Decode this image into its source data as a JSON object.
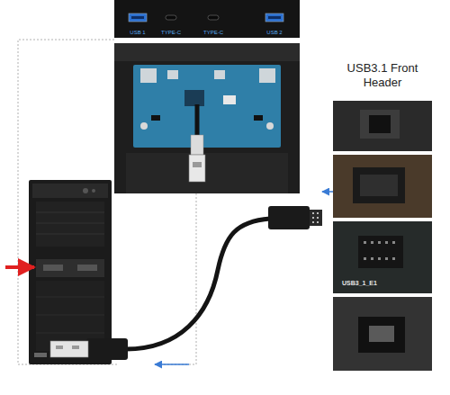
{
  "diagram": {
    "nodes": [
      {
        "text": [
          "USB 1",
          "TYPE-C",
          "TYPE-C",
          "USB 2"
        ]
      }
    ],
    "labels": [
      "USB3.1 Front Header",
      "USB3_1_E1"
    ]
  }
}
